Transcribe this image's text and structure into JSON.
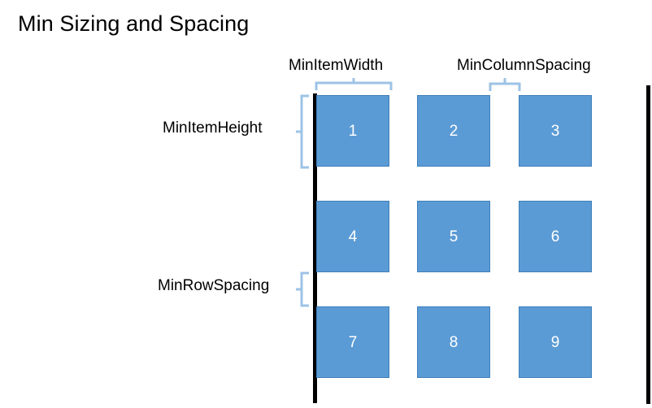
{
  "slide": {
    "title": "Min Sizing and Spacing",
    "colors": {
      "item_fill": "#5B9BD5",
      "item_border": "#3E7EB8",
      "brace": "#9DC3E6",
      "boundary": "#000000",
      "text": "#000000",
      "item_number": "#FFFFFF",
      "background": "#FFFFFF"
    }
  },
  "labels": {
    "min_item_width": "MinItemWidth",
    "min_column_spacing": "MinColumnSpacing",
    "min_item_height": "MinItemHeight",
    "min_row_spacing": "MinRowSpacing"
  },
  "grid": {
    "rows": 3,
    "columns": 3,
    "items": [
      {
        "number": "1",
        "row": 1,
        "column": 1
      },
      {
        "number": "2",
        "row": 1,
        "column": 2
      },
      {
        "number": "3",
        "row": 1,
        "column": 3
      },
      {
        "number": "4",
        "row": 2,
        "column": 1
      },
      {
        "number": "5",
        "row": 2,
        "column": 2
      },
      {
        "number": "6",
        "row": 2,
        "column": 3
      },
      {
        "number": "7",
        "row": 3,
        "column": 1
      },
      {
        "number": "8",
        "row": 3,
        "column": 2
      },
      {
        "number": "9",
        "row": 3,
        "column": 3
      }
    ]
  },
  "boundaries": {
    "left": "left-boundary-line",
    "right": "right-boundary-line"
  }
}
